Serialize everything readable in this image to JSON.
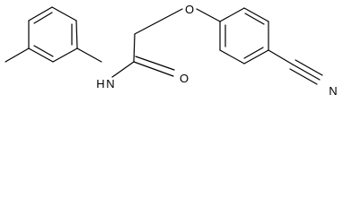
{
  "molecule": {
    "atoms": {
      "o_ether": "O",
      "nh": "H",
      "n_amide": "N",
      "o_carbonyl": "O",
      "n_nitrile": "N"
    }
  },
  "colors": {
    "bond": "#000000",
    "text": "#000000",
    "background": "#ffffff"
  }
}
